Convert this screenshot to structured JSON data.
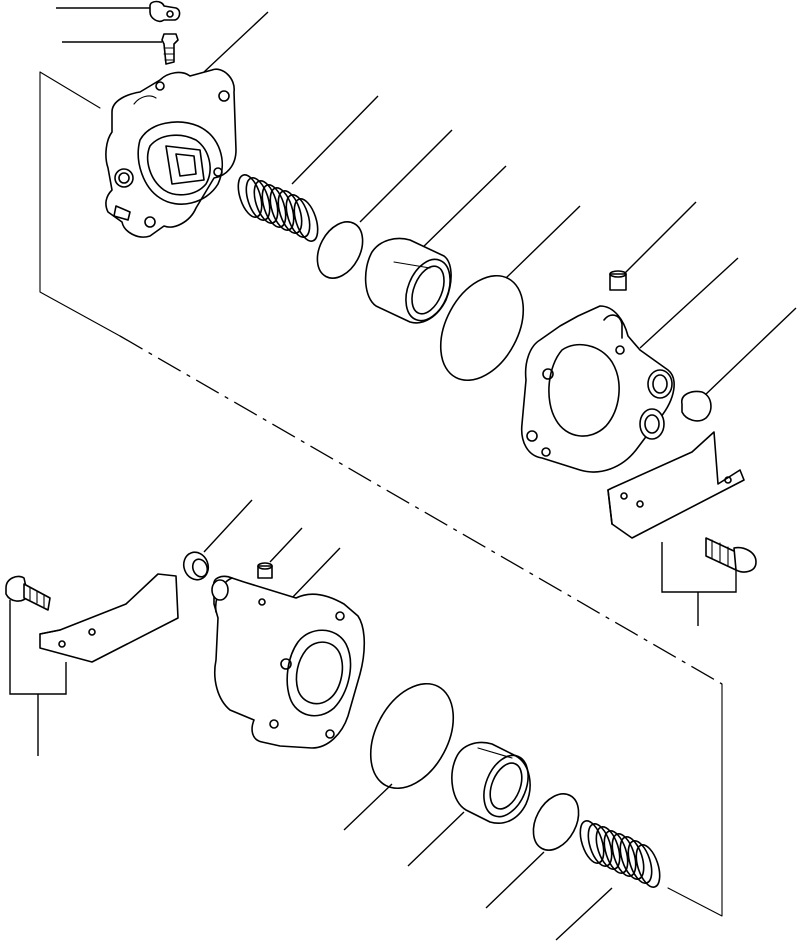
{
  "diagram": {
    "type": "exploded-parts-illustration",
    "text_labels": [],
    "parts": [
      "wing-nut-cap",
      "grease-fitting",
      "upper-housing-flange",
      "upper-spring",
      "upper-small-o-ring",
      "upper-piston",
      "upper-large-o-ring",
      "upper-plug-screw",
      "upper-cylinder-body",
      "upper-end-cap",
      "upper-mounting-bracket",
      "upper-bracket-bolt",
      "lower-mounting-bracket",
      "lower-bracket-bolt",
      "lower-seal-ring",
      "lower-plug-screw",
      "lower-cylinder-body",
      "lower-large-o-ring",
      "lower-piston",
      "lower-small-o-ring",
      "lower-spring"
    ],
    "colors": {
      "line": "#000000",
      "background": "#ffffff"
    }
  }
}
